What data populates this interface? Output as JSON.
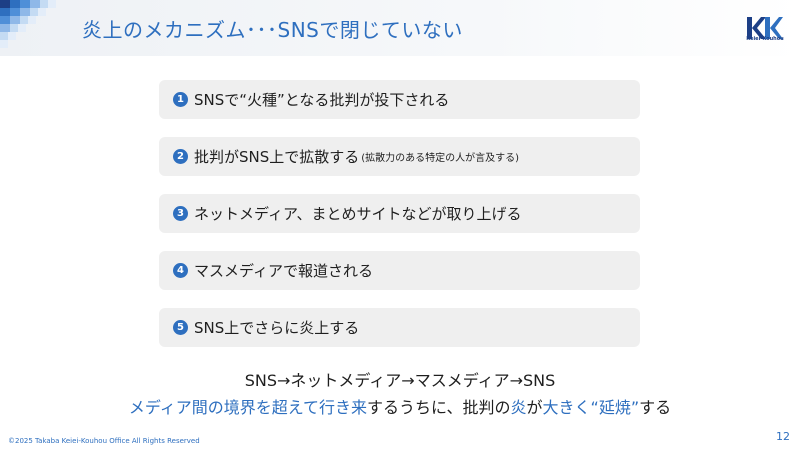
{
  "title": "炎上のメカニズム･･･SNSで閉じていない",
  "logo_text": "Keiei-Kouhou",
  "steps": [
    {
      "num": "1",
      "text": "SNSで“火種”となる批判が投下される",
      "note": ""
    },
    {
      "num": "2",
      "text": "批判がSNS上で拡散する",
      "note": "(拡散力のある特定の人が言及する)"
    },
    {
      "num": "3",
      "text": "ネットメディア、まとめサイトなどが取り上げる",
      "note": ""
    },
    {
      "num": "4",
      "text": "マスメディアで報道される",
      "note": ""
    },
    {
      "num": "5",
      "text": "SNS上でさらに炎上する",
      "note": ""
    }
  ],
  "flow": "SNS→ネットメディア→マスメディア→SNS",
  "conclusion": {
    "part1": "メディア間の境界を超えて行き来",
    "part2": "するうちに、批判の",
    "part3": "炎",
    "part4": "が",
    "part5": "大きく",
    "part6": "“延焼”",
    "part7": "する"
  },
  "footer": "©2025 Takaba Keiei-Kouhou Office All Rights Reserved",
  "page_number": "12",
  "colors": {
    "accent": "#2e6fbf",
    "step_bg": "#efefef",
    "logo": "#1d3f86"
  }
}
